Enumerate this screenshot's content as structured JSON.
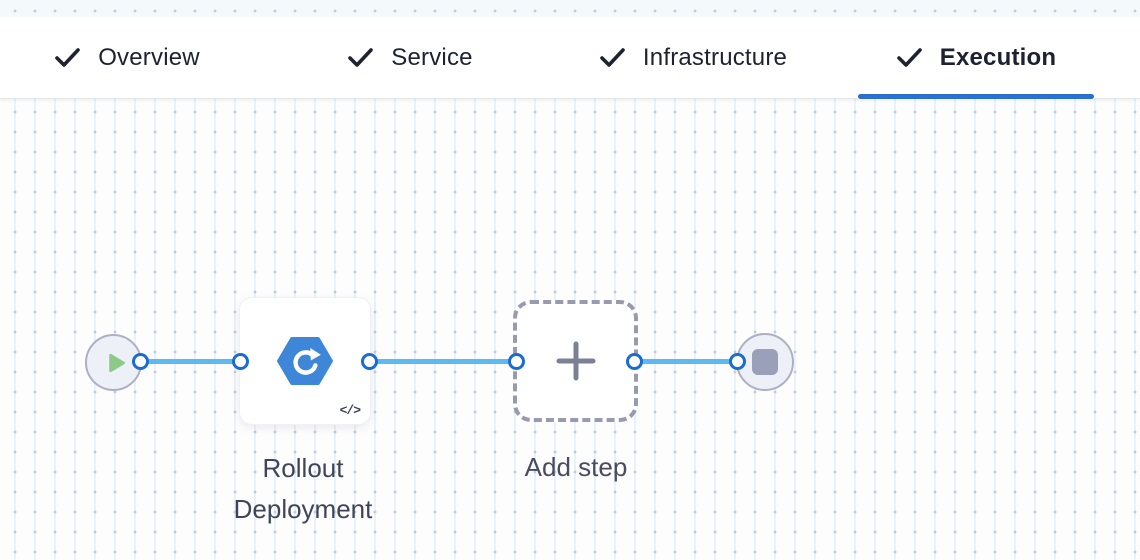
{
  "header": {
    "tabs": [
      {
        "label": "Overview",
        "state": "completed"
      },
      {
        "label": "Service",
        "state": "completed"
      },
      {
        "label": "Infrastructure",
        "state": "completed"
      },
      {
        "label": "Execution",
        "state": "active"
      }
    ]
  },
  "pipeline": {
    "step": {
      "name": "Rollout Deployment",
      "code_badge": "</>"
    },
    "add_step": {
      "label": "Add step"
    }
  },
  "icons": {
    "tab_check": "check-icon",
    "start": "play-icon",
    "step": "rollout-hexagon-icon",
    "code": "code-icon",
    "add": "plus-icon",
    "end": "stop-icon"
  },
  "colors": {
    "active_tab_underline": "#2a6fd2",
    "connector_line": "#5bbaf3",
    "port_border": "#1b6cd2",
    "step_icon_blue": "#3e86d8",
    "play_green": "#8cc98a",
    "stop_gray": "#9aa0b9",
    "grid_dot": "#c5cad4",
    "grid_line": "#e9f2fa"
  }
}
